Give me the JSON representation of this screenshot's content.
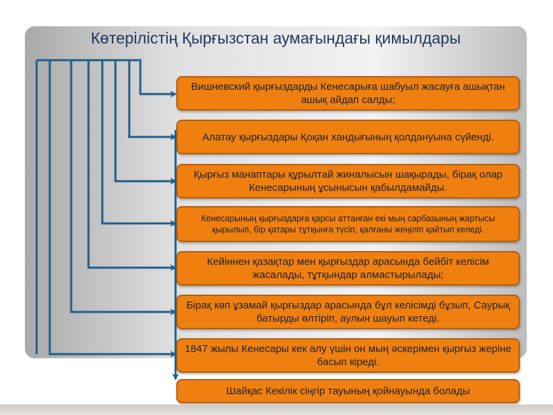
{
  "title": "Көтерілістің Қырғызстан аумағындағы қимылдары",
  "colors": {
    "box": "#ef8010",
    "line": "#1f5f8b",
    "title": "#1f3864"
  },
  "items": [
    "Вишневский қырғыздарды Кенесарыға шабуыл жасауға ашықтан ашық айдап салды;",
    "Алатау қырғыздары Қоқан хандығының қолдануына сүйенді.",
    "Қырғыз манаптары құрылтай жиналысын шақырады, бірақ олар Кенесарының ұсынысын қабылдамайды.",
    "Кенесарының қырғыздарға қарсы аттанған екі мың сарбазының жартысы қырылып, бір қатары тұтқынға түсіп, қалғаны жеңіліп қайтып келеді.",
    "Кейіннен қазақтар мен қырғыздар арасында бейбіт келісім жасалады, тұтқындар алмастырылады;",
    "Бірақ көп ұзамай қырғыздар арасында бұл келісімді бұзып, Саурық батырды өлтіріп, аулын шауып кетеді.",
    "1847 жылы Кенесары кек алу үшін он мың әскерімен қырғыз жеріне басып кіреді.",
    "Шайқас Кекілік сіңгір тауының қойнауында болады"
  ]
}
